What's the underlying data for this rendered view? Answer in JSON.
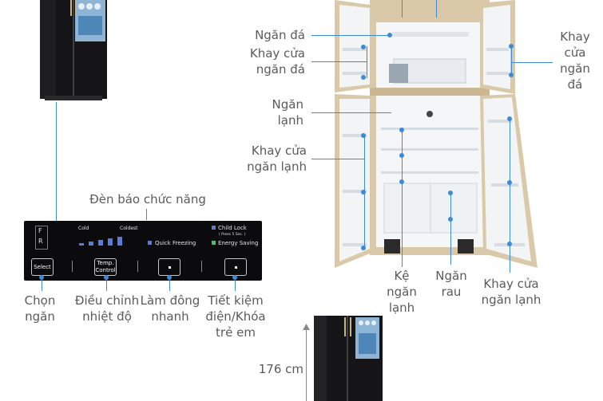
{
  "labels": {
    "ice_compartment": "Ngăn đá",
    "ice_door_tray_left": "Khay cửa\nngăn đá",
    "ice_door_tray_right": "Khay\ncửa\nngăn\nđá",
    "fridge_compartment": "Ngăn\nlạnh",
    "fridge_door_tray_left": "Khay cửa\nngăn lạnh",
    "function_indicator": "Đèn báo chức năng",
    "shelf": "Kệ\nngăn\nlạnh",
    "vegetable_drawer": "Ngăn\nrau",
    "fridge_door_tray_bottom": "Khay cửa\nngăn lạnh",
    "select_compartment": "Chọn\nngăn",
    "adjust_temp": "Điều chỉnh\nnhiệt độ",
    "quick_freeze": "Làm đông\nnhanh",
    "energy_child": "Tiết kiệm\nđiện/Khóa\ntrẻ em",
    "height": "176 cm"
  },
  "panel": {
    "row_f": "F",
    "row_r": "R",
    "cold": "Cold",
    "coldest": "Coldest",
    "quick_freezing": "Quick Freezing",
    "child_lock": "Child Lock",
    "press_hint": "( Press 5 Sec. )",
    "energy_saving": "Energy Saving",
    "btn_select": "Select",
    "btn_temp": "Temp.\nControl"
  },
  "colors": {
    "accent": "#3d8bd6",
    "panel_bg": "#0b0b0d",
    "fridge_body": "#d9c9a8"
  }
}
